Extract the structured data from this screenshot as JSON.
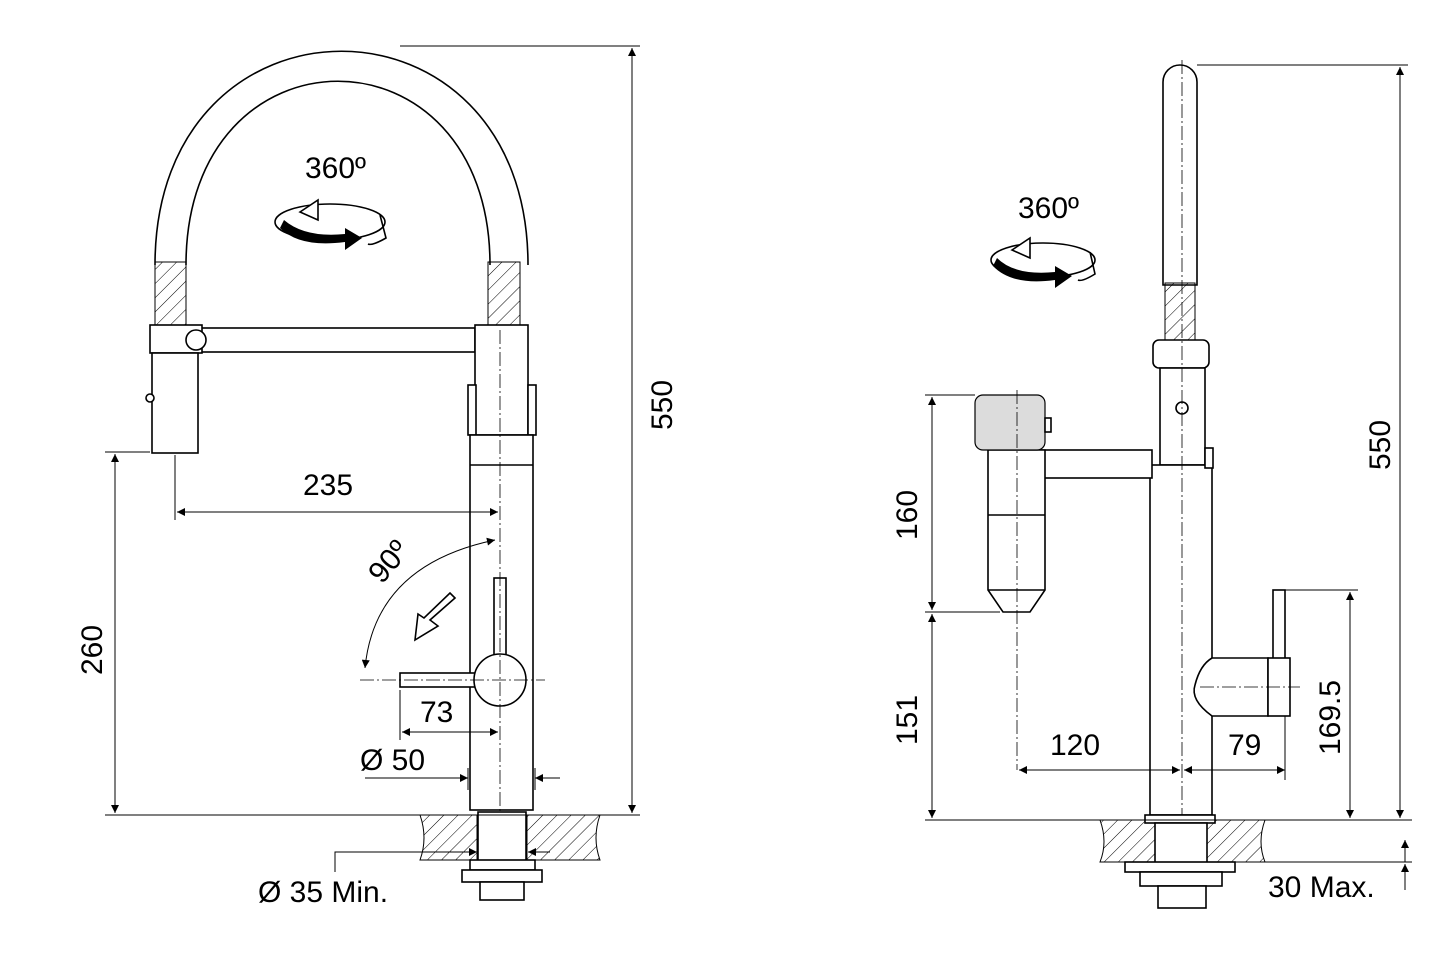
{
  "left_view": {
    "rotation_label": "360º",
    "height_label": "550",
    "reach_label": "235",
    "swivel_label": "90º",
    "spout_height_label": "260",
    "lever_label": "73",
    "base_diameter_label": "Ø 50",
    "hole_label": "Ø 35 Min."
  },
  "right_view": {
    "rotation_label": "360º",
    "height_label": "550",
    "head_label": "160",
    "clearance_label": "151",
    "offset_label": "120",
    "handle_label": "79",
    "handle_height_label": "169.5",
    "deck_label": "30 Max."
  }
}
